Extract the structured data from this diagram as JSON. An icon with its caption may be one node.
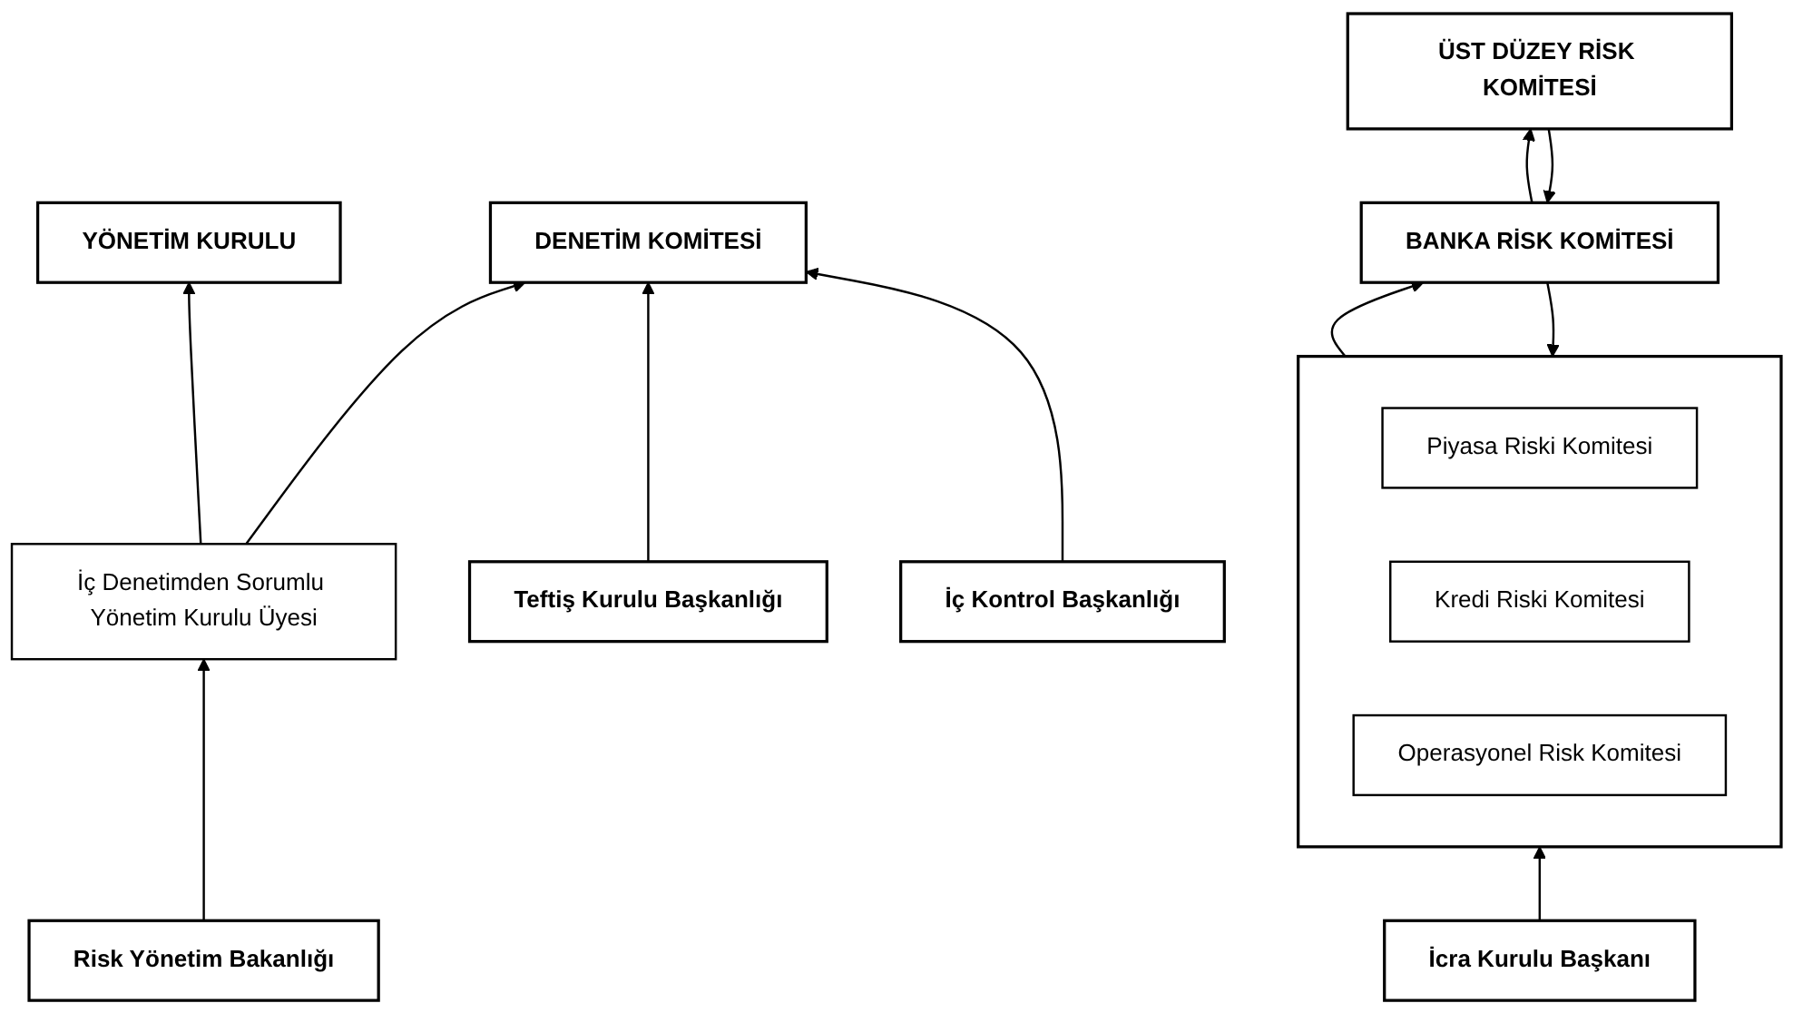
{
  "diagram": {
    "nodes": [
      {
        "text": [
          "YÖNETİM KURULU"
        ]
      },
      {
        "text": [
          "İç Denetimden Sorumlu Yönetim Kurulu Üyesi"
        ]
      },
      {
        "text": [
          "DENETİM KOMİTESİ"
        ]
      },
      {
        "text": [
          "Teftiş Kurulu Başkanlığı"
        ]
      },
      {
        "text": [
          "İç Kontrol Başkanlığı"
        ]
      },
      {
        "text": [
          "Risk Yönetim Bakanlığı"
        ]
      },
      {
        "text": [
          "ÜST DÜZEY RİSK KOMİTESİ"
        ]
      },
      {
        "text": [
          "BANKA RİSK KOMİTESİ"
        ]
      },
      {
        "text": [
          "İcra Kurulu Başkanı"
        ]
      },
      {
        "text": [],
        "shape": "box"
      },
      {
        "text": [
          "Piyasa Riski Komitesi"
        ],
        "in": 9
      },
      {
        "text": [
          "Kredi Riski Komitesi"
        ],
        "in": 9
      },
      {
        "text": [
          "Operasyonel Risk Komitesi"
        ],
        "in": 9
      }
    ],
    "edges": [
      {
        "from": 1,
        "to": 0,
        "arrow": "to"
      },
      {
        "from": 1,
        "to": 2,
        "arrow": "to"
      },
      {
        "from": 5,
        "to": 1,
        "arrow": "to"
      },
      {
        "from": 3,
        "to": 2,
        "arrow": "to"
      },
      {
        "from": 4,
        "to": 2,
        "arrow": "to"
      },
      {
        "from": 6,
        "to": 7,
        "arrow": "to"
      },
      {
        "from": 7,
        "to": 6,
        "arrow": "to"
      },
      {
        "from": 7,
        "to": 9,
        "arrow": "to"
      },
      {
        "from": 9,
        "to": 7,
        "arrow": "to"
      },
      {
        "from": 8,
        "to": 9,
        "arrow": "to"
      }
    ]
  }
}
